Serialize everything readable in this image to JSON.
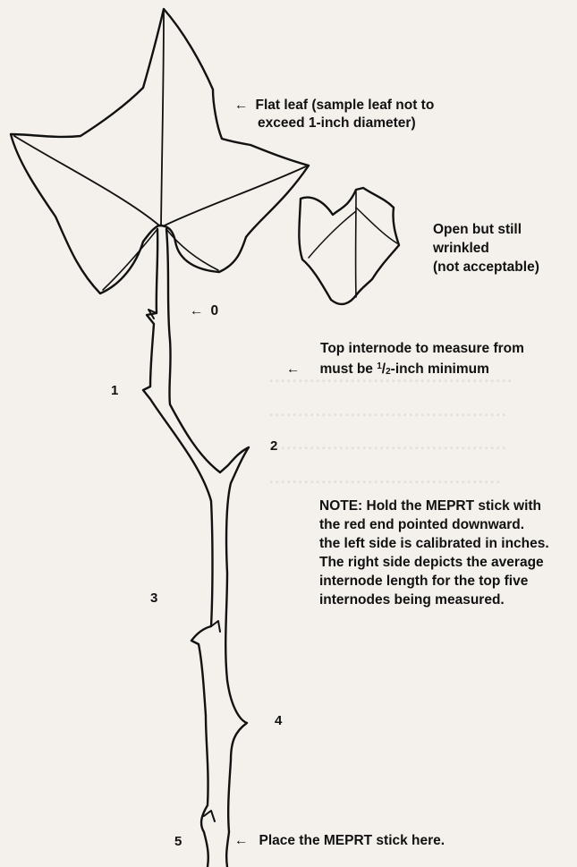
{
  "labels": {
    "flat_leaf": [
      "Flat leaf (sample leaf not to",
      "exceed 1-inch diameter)"
    ],
    "wrinkled_leaf": [
      "Open but still",
      "wrinkled",
      "(not acceptable)"
    ],
    "internode": {
      "line1": "Top internode to measure from",
      "line2_pre": "must be ",
      "line2_num": "1",
      "line2_den": "2",
      "line2_post": "-inch minimum"
    },
    "zero": "0",
    "place_stick": "Place the MEPRT stick here."
  },
  "node_numbers": [
    "1",
    "2",
    "3",
    "4",
    "5"
  ],
  "note_lines": [
    "NOTE: Hold the MEPRT stick with",
    "the red end pointed downward.",
    "the left side is calibrated in inches.",
    "The right side depicts the average",
    "internode length for the top five",
    "internodes being measured."
  ],
  "arrow_glyph": "←",
  "colors": {
    "ink": "#111111",
    "paper": "#f4f1ec"
  }
}
